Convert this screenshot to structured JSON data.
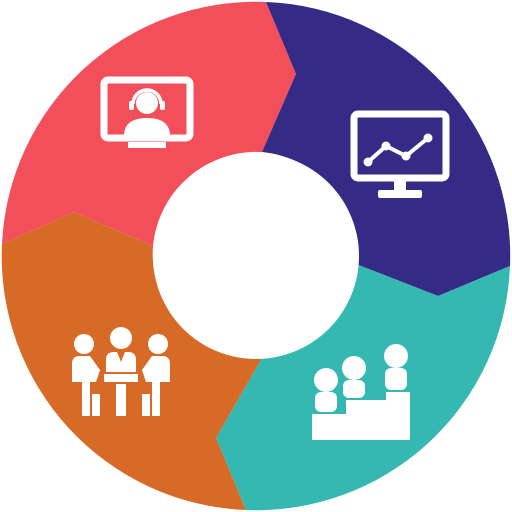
{
  "diagram": {
    "type": "cycle",
    "segments": [
      {
        "name": "support-segment",
        "icon": "video-support-agent-icon",
        "color": "#f24f5a"
      },
      {
        "name": "analytics-segment",
        "icon": "monitor-line-chart-icon",
        "color": "#352a86"
      },
      {
        "name": "ranking-segment",
        "icon": "podium-people-icon",
        "color": "#34b8b1"
      },
      {
        "name": "meeting-segment",
        "icon": "team-meeting-icon",
        "color": "#d76a27"
      }
    ],
    "center_color": "#ffffff",
    "icon_color": "#ffffff"
  }
}
